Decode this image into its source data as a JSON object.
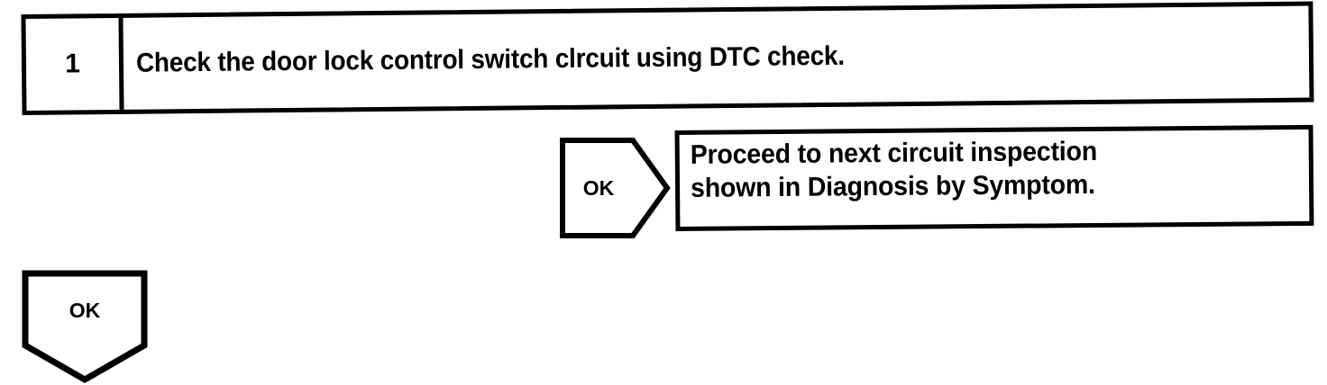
{
  "flowchart": {
    "step": {
      "number": "1",
      "instruction": "Check the door lock control switch clrcuit using DTC check."
    },
    "branch_right": {
      "connector_label": "OK",
      "result_line_1": "Proceed to next circuit inspection",
      "result_line_2": "shown in Diagnosis by Symptom."
    },
    "branch_down": {
      "connector_label": "OK"
    },
    "colors": {
      "ink": "#000000",
      "paper": "#ffffff"
    }
  }
}
